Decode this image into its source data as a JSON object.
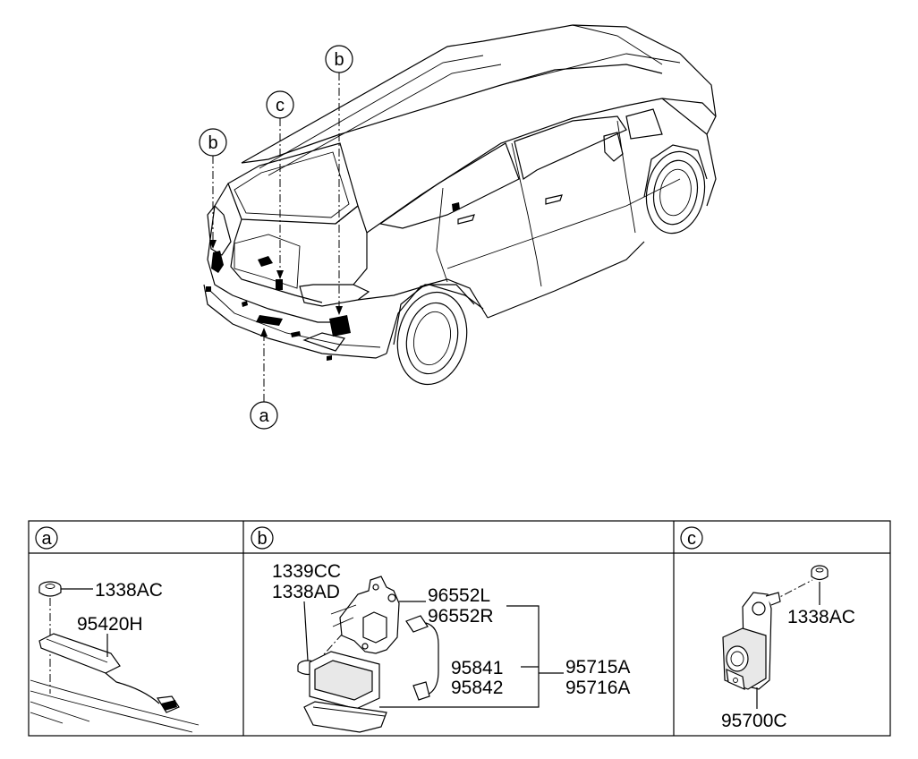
{
  "callouts": {
    "b_left": "b",
    "c": "c",
    "b_right": "b",
    "a": "a"
  },
  "table": {
    "headers": [
      "a",
      "b",
      "c"
    ],
    "panel_a": {
      "part_1338ac": "1338AC",
      "part_95420h": "95420H"
    },
    "panel_b": {
      "part_1339cc": "1339CC",
      "part_1338ad": "1338AD",
      "part_96552l": "96552L",
      "part_96552r": "96552R",
      "part_95841": "95841",
      "part_95842": "95842",
      "part_95715a": "95715A",
      "part_95716a": "95716A"
    },
    "panel_c": {
      "part_1338ac": "1338AC",
      "part_95700c": "95700C"
    }
  }
}
